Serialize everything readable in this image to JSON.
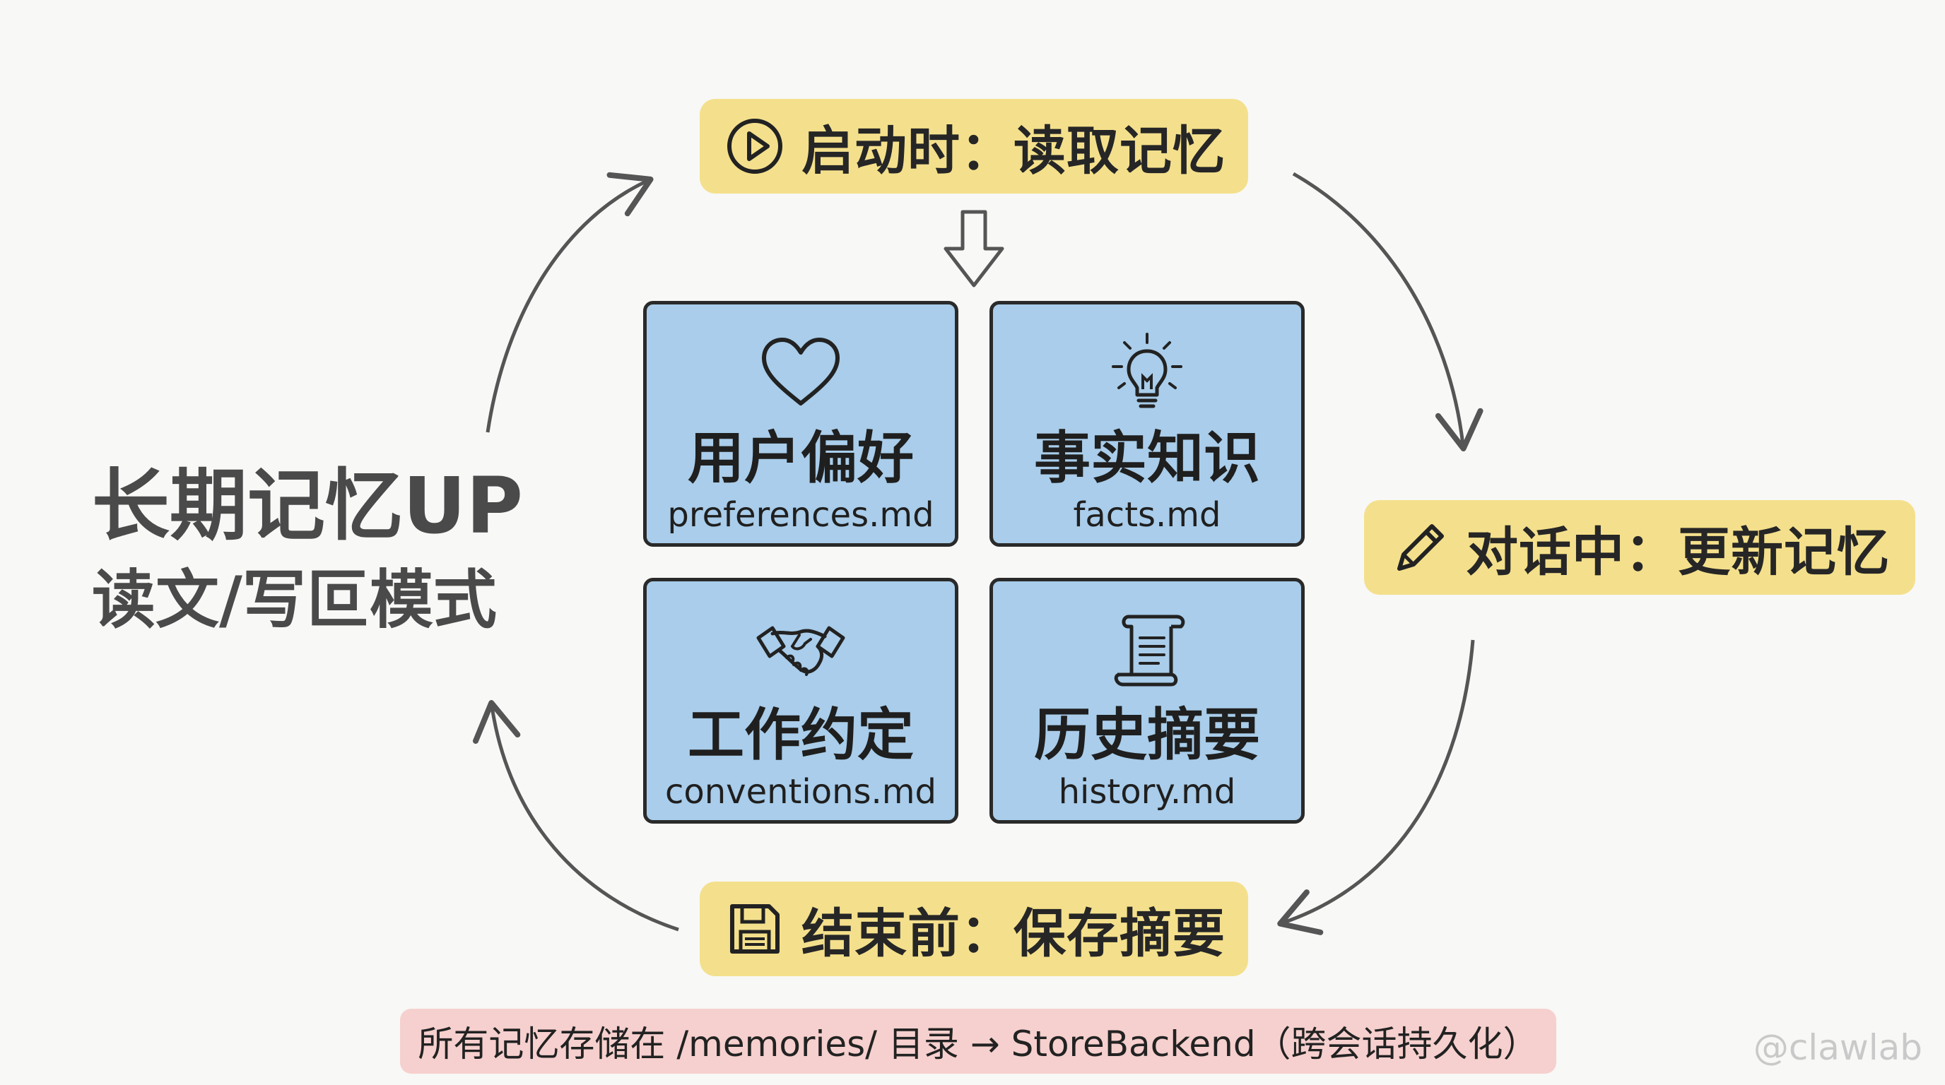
{
  "cycle": {
    "start": {
      "label": "启动时：读取记忆",
      "icon": "play-icon"
    },
    "update": {
      "label": "对话中：更新记忆",
      "icon": "pencil-icon"
    },
    "end": {
      "label": "结束前：保存摘要",
      "icon": "floppy-disk-icon"
    }
  },
  "memory_files": [
    {
      "title": "用户偏好",
      "file": "preferences.md",
      "icon": "heart-icon"
    },
    {
      "title": "事实知识",
      "file": "facts.md",
      "icon": "lightbulb-icon"
    },
    {
      "title": "工作约定",
      "file": "conventions.md",
      "icon": "handshake-icon"
    },
    {
      "title": "历史摘要",
      "file": "history.md",
      "icon": "scroll-icon"
    }
  ],
  "side": {
    "title": "长期记忆UP",
    "subtitle": "读文/写叵模式"
  },
  "footer": {
    "note": "所有记忆存储在 /memories/ 目录 → StoreBackend（跨会话持久化）"
  },
  "watermark": "@clawlab",
  "colors": {
    "background": "#f8f8f6",
    "step_fill": "#f4e08c",
    "card_fill": "#a9cdea",
    "card_border": "#2a2a2a",
    "note_fill": "#f6d0ce",
    "arrow": "#555555"
  }
}
